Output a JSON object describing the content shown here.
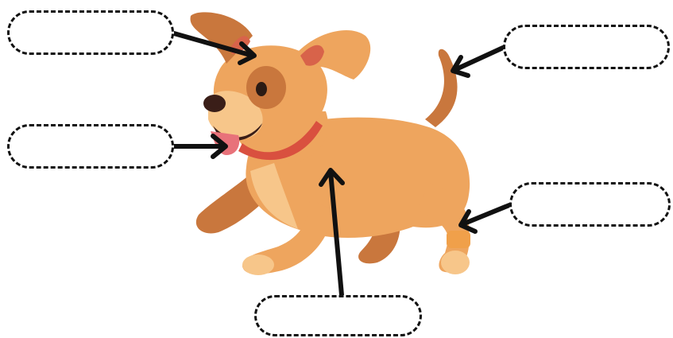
{
  "diagram": {
    "colors": {
      "fur": "#EEA55E",
      "fur_dark": "#C9773D",
      "fur_light": "#F7C68A",
      "ear_inner": "#D8634A",
      "collar": "#D9503F",
      "tongue": "#E8727A",
      "outline_arrow": "#111111",
      "box_border": "#111111"
    },
    "labels": [
      {
        "id": "ear",
        "text": ""
      },
      {
        "id": "tongue",
        "text": ""
      },
      {
        "id": "tail",
        "text": ""
      },
      {
        "id": "paw",
        "text": ""
      },
      {
        "id": "body",
        "text": ""
      }
    ]
  }
}
